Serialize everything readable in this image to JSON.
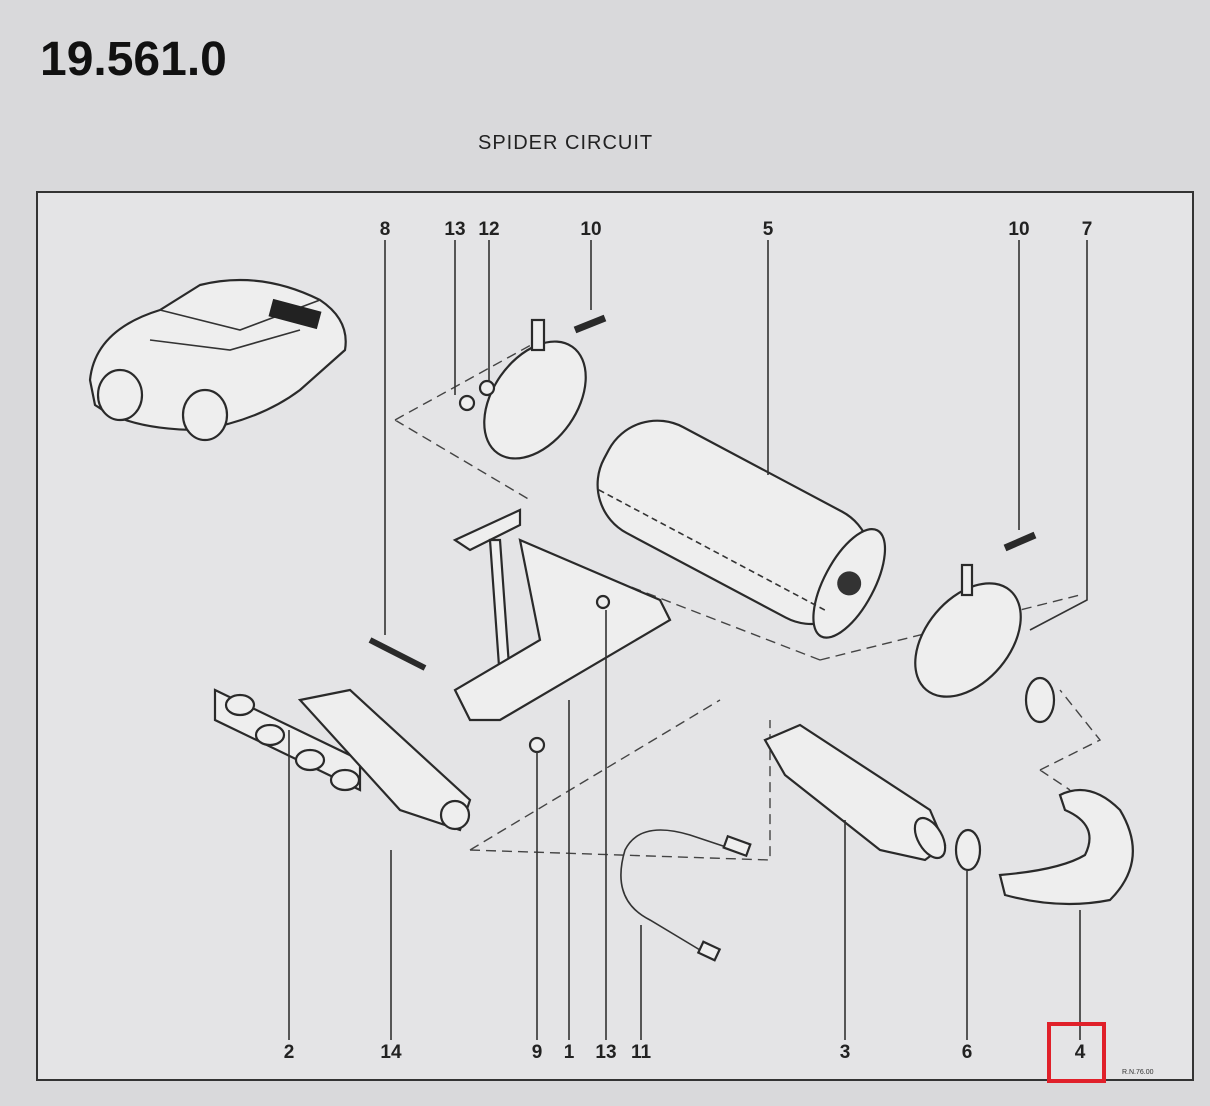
{
  "document": {
    "number": "19.561.0",
    "title": "SPIDER CIRCUIT"
  },
  "diagram": {
    "top_callouts": [
      "8",
      "13",
      "12",
      "10",
      "5",
      "10",
      "7"
    ],
    "bottom_callouts": [
      "2",
      "14",
      "9",
      "1",
      "13",
      "11",
      "3",
      "6",
      "4"
    ],
    "reference_code": "R.N.76.00",
    "highlight": {
      "callout": "4",
      "color": "#e0202a"
    }
  }
}
